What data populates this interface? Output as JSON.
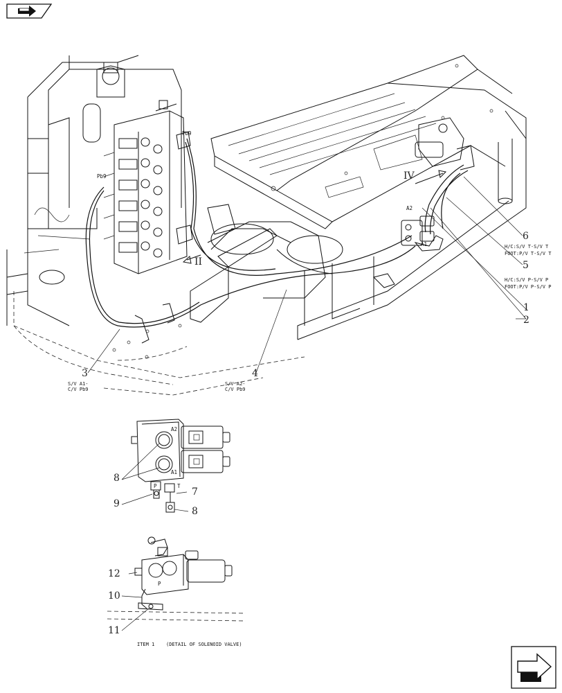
{
  "navigation": {
    "back_icon": "return-arrow-icon",
    "next_icon": "forward-arrow-icon"
  },
  "callouts": {
    "c1": "1",
    "c2": "2",
    "c3": "3",
    "c4": "4",
    "c5": "5",
    "c6": "6",
    "c7": "7",
    "c8a": "8",
    "c8b": "8",
    "c9": "9",
    "c10": "10",
    "c11": "11",
    "c12": "12"
  },
  "hose_notes": {
    "hose3": [
      "S/V A1-",
      "C/V Pb9"
    ],
    "hose4": [
      "S/V A2-",
      "C/V Pb9"
    ],
    "hose6": [
      "H/C:S/V T-S/V T",
      "FOOT:P/V T-S/V T"
    ],
    "hose5": [
      "H/C:S/V P-S/V P",
      "FOOT:P/V P-S/V P"
    ]
  },
  "ports": {
    "pb9_right": "Pb9",
    "pb9_left": "Pb9",
    "a2_main": "A2",
    "a1_main": "A1",
    "a2_detail": "A2",
    "a1_detail": "A1",
    "p_detail": "P",
    "t_detail": "T",
    "p_detail2": "P"
  },
  "view_marks": {
    "view_ii": "II",
    "view_iv": "IV"
  },
  "detail_caption": {
    "item": "ITEM 1",
    "title": "(DETAIL OF SOLENOID VALVE)"
  }
}
